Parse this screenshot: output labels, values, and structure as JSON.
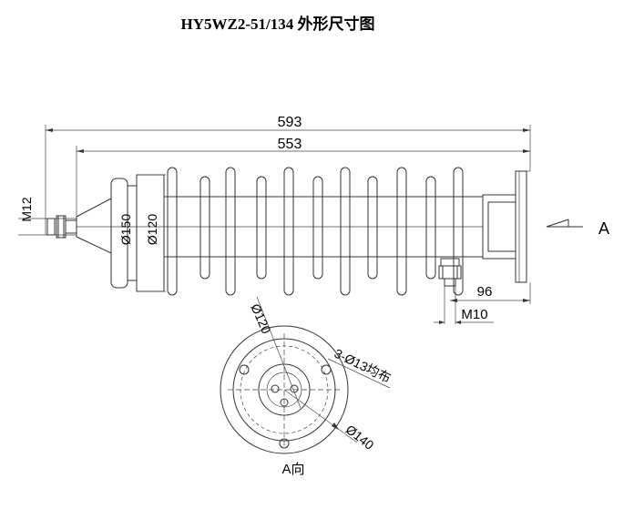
{
  "title": "HY5WZ2-51/134 外形尺寸图",
  "dimensions": {
    "total_length": "593",
    "body_length": "553",
    "thread_left": "M12",
    "diameter_150": "Ø150",
    "diameter_120": "Ø120",
    "offset_96": "96",
    "thread_right": "M10",
    "view_arrow_label": "A",
    "bolt_circle": "Ø120",
    "holes": "3-Ø13均布",
    "flange_diameter": "Ø140",
    "view_label": "A向"
  }
}
